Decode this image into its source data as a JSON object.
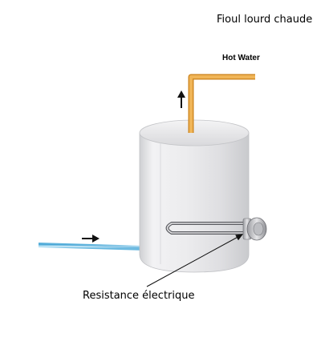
{
  "labels": {
    "top_title": "Fioul lourd chaude",
    "hot_water": "Hot Water",
    "resistance": "Resistance électrique"
  },
  "colors": {
    "pipe_hot": "#E8A13A",
    "pipe_cold": "#8FCDEA",
    "tank_body": "#E4E4E6",
    "arrow": "#111111"
  }
}
